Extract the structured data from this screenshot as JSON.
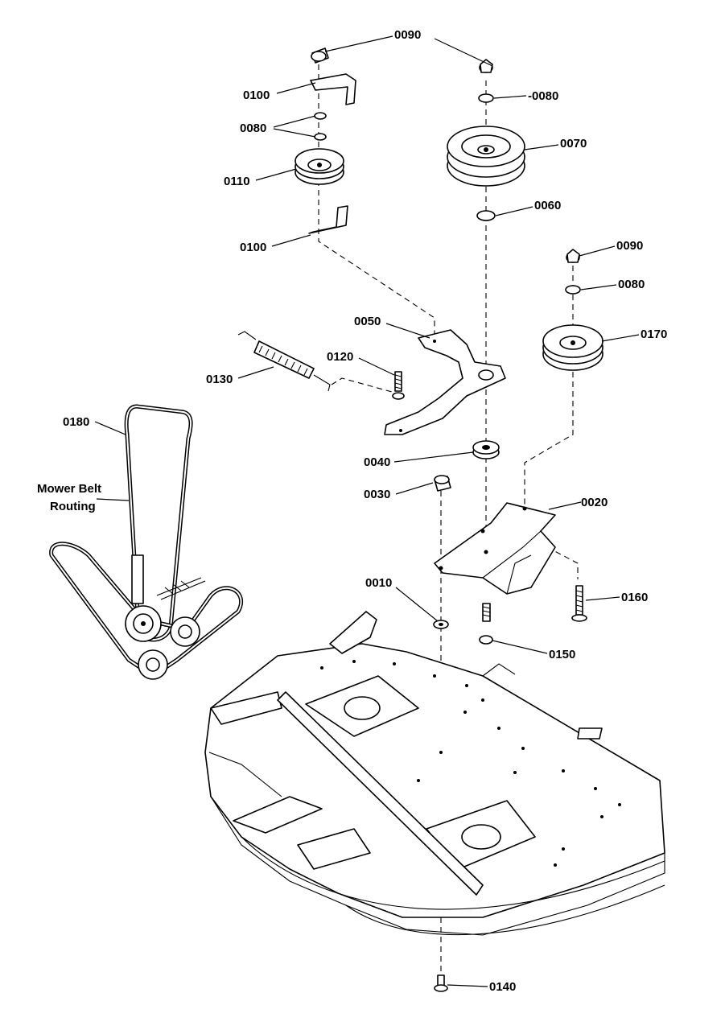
{
  "labels": {
    "p0090a": "0090",
    "p0100a": "0100",
    "p0080a": "0080",
    "p0110": "0110",
    "p0100b": "0100",
    "p0080b": "-0080",
    "p0070": "0070",
    "p0060": "0060",
    "p0090b": "0090",
    "p0080c": "0080",
    "p0050": "0050",
    "p0170": "0170",
    "p0120": "0120",
    "p0130": "0130",
    "p0180": "0180",
    "p0040": "0040",
    "p0030": "0030",
    "p0020": "0020",
    "p0160": "0160",
    "p0010": "0010",
    "p0150": "0150",
    "p0140": "0140"
  },
  "belt_routing": {
    "line1": "Mower Belt",
    "line2": "Routing"
  }
}
